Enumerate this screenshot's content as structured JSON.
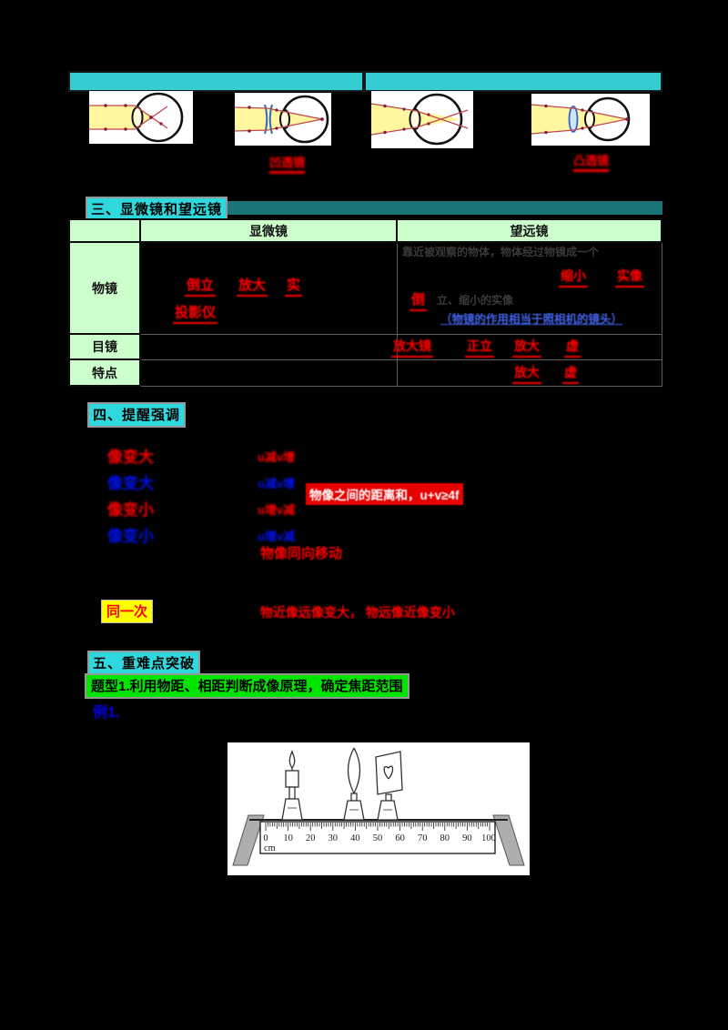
{
  "eye_section": {
    "answers": [
      "凹透镜",
      "凸透镜"
    ]
  },
  "section3": {
    "title": "三、显微镜和望远镜",
    "table": {
      "col_headers": [
        "显微镜",
        "望远镜"
      ],
      "row_headers": [
        "物镜",
        "目镜",
        "特点"
      ],
      "micro_objective": {
        "answers": [
          "倒立",
          "放大",
          "实"
        ],
        "answers2": [
          "投影仪"
        ]
      },
      "tele_objective": {
        "faint_text": "靠近被观察的物体，物体经过物镜成一个",
        "answers": [
          "缩小",
          "实像"
        ],
        "answer_mid": "倒",
        "faint_text2": "立、缩小的实像",
        "link_text": "（物镜的作用相当于照相机的镜头）"
      },
      "eyepiece_answers": [
        "放大镜",
        "正立",
        "放大",
        "虚"
      ],
      "feature_answers": [
        "放大",
        "虚"
      ]
    }
  },
  "section4": {
    "title": "四、提醒强调",
    "items": [
      {
        "word": "像变大",
        "formula": "u减v增"
      },
      {
        "word": "像变大",
        "formula": "u减v增"
      },
      {
        "word": "像变小",
        "formula": "u增v减"
      },
      {
        "word": "像变小",
        "formula": "u增v减"
      }
    ],
    "highlight": "物像之间的距离和，u+v≥4f",
    "note": "物像同向移动",
    "same_label": "同一次",
    "same_text": "物近像远像变大， 物远像近像变小"
  },
  "section5": {
    "title": "五、重难点突破",
    "topic": "题型1.利用物距、相距判断成像原理，确定焦距范围",
    "example": "例1."
  },
  "figure": {
    "ruler_labels": [
      "0",
      "10",
      "20",
      "30",
      "40",
      "50",
      "60",
      "70",
      "80",
      "90",
      "100"
    ],
    "unit": "cm"
  },
  "colors": {
    "teal_header": "#35cdd1",
    "teal_band": "#1b7478",
    "cyan_highlight": "#2fd8dc",
    "green_cell": "#ccffcc",
    "green_highlight": "#00e400",
    "yellow_highlight": "#ffff00",
    "answer_red": "#ff0000",
    "answer_blue": "#0011ee",
    "link_blue": "#4262e8"
  }
}
